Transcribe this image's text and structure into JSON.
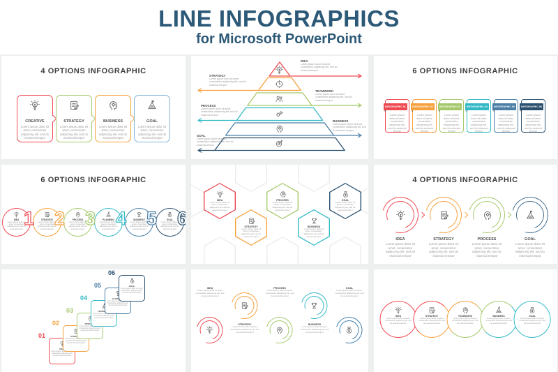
{
  "header": {
    "title": "LINE INFOGRAPHICS",
    "subtitle": "for Microsoft PowerPoint"
  },
  "lorem": "Lorem ipsum dolor sit amet, consectetur adipiscing elit, sed do eiusmod tempor",
  "colors": {
    "title_blue": "#2c5977",
    "red": "#ee4a52",
    "orange": "#f6a13d",
    "green": "#a5c96a",
    "teal": "#33b9c6",
    "steel_blue": "#4b7fa6",
    "navy": "#2b506e",
    "light_blue": "#82b4d6",
    "text_dark": "#4a4a4a",
    "text_gray": "#9a9a9a"
  },
  "panel1": {
    "heading": "4 OPTIONS INFOGRAPHIC",
    "items": [
      {
        "label": "CREATIVE",
        "icon": "bulb-icon",
        "color": "#ee4a52"
      },
      {
        "label": "STRATEGY",
        "icon": "note-icon",
        "color": "#a5c96a"
      },
      {
        "label": "BUSINESS",
        "icon": "head-icon",
        "color": "#f6a13d"
      },
      {
        "label": "GOAL",
        "icon": "pyramid-icon",
        "color": "#82b4d6"
      }
    ]
  },
  "panel2": {
    "levels": [
      {
        "label": "IDEA",
        "icon": "bulb-icon",
        "color": "#ee4a52",
        "side": "right"
      },
      {
        "label": "STRATEGY",
        "icon": "clock-icon",
        "color": "#f6a13d",
        "side": "left"
      },
      {
        "label": "TEAMWORK",
        "icon": "team-icon",
        "color": "#a5c96a",
        "side": "right"
      },
      {
        "label": "PROCESS",
        "icon": "gears-icon",
        "color": "#33b9c6",
        "side": "left"
      },
      {
        "label": "BUSINESS",
        "icon": "head-icon",
        "color": "#4b7fa6",
        "side": "right"
      },
      {
        "label": "GOAL",
        "icon": "target-icon",
        "color": "#2b506e",
        "side": "left"
      }
    ]
  },
  "panel3": {
    "heading": "6 OPTIONS INFOGRAPHIC",
    "items": [
      {
        "label": "INFOGRAPHIC 01",
        "color": "#ee4a52"
      },
      {
        "label": "INFOGRAPHIC 02",
        "color": "#f6a13d"
      },
      {
        "label": "INFOGRAPHIC 03",
        "color": "#a5c96a"
      },
      {
        "label": "INFOGRAPHIC 04",
        "color": "#33b9c6"
      },
      {
        "label": "INFOGRAPHIC 05",
        "color": "#4b7fa6"
      },
      {
        "label": "INFOGRAPHIC 06",
        "color": "#2b506e"
      }
    ]
  },
  "panel4": {
    "heading": "6 OPTIONS INFOGRAPHIC",
    "items": [
      {
        "num": "1",
        "label": "IDEA",
        "icon": "bulb-icon",
        "color": "#ee4a52"
      },
      {
        "num": "2",
        "label": "STRATEGY",
        "icon": "note-icon",
        "color": "#f6a13d"
      },
      {
        "num": "3",
        "label": "PROCESS",
        "icon": "head-icon",
        "color": "#a5c96a"
      },
      {
        "num": "4",
        "label": "PLANNING",
        "icon": "pyramid-icon",
        "color": "#33b9c6"
      },
      {
        "num": "5",
        "label": "BUSINESS",
        "icon": "trophy-icon",
        "color": "#4b7fa6"
      },
      {
        "num": "6",
        "label": "GOAL",
        "icon": "money-icon",
        "color": "#2b506e"
      }
    ]
  },
  "panel5": {
    "items": [
      {
        "label": "IDEA",
        "icon": "bulb-icon",
        "color": "#ee4a52",
        "row": "up"
      },
      {
        "label": "STRATEGY",
        "icon": "note-icon",
        "color": "#f6a13d",
        "row": "down"
      },
      {
        "label": "PROCESS",
        "icon": "head-icon",
        "color": "#a5c96a",
        "row": "up"
      },
      {
        "label": "BUSINESS",
        "icon": "trophy-icon",
        "color": "#33b9c6",
        "row": "down"
      },
      {
        "label": "GOAL",
        "icon": "money-icon",
        "color": "#2b506e",
        "row": "up"
      }
    ]
  },
  "panel6": {
    "heading": "4 OPTIONS INFOGRAPHIC",
    "items": [
      {
        "label": "IDEA",
        "icon": "bulb-icon",
        "color": "#ee4a52"
      },
      {
        "label": "STRATEGY",
        "icon": "note-icon",
        "color": "#f6a13d"
      },
      {
        "label": "PROCESS",
        "icon": "head-icon",
        "color": "#a5c96a"
      },
      {
        "label": "GOAL",
        "icon": "pyramid-icon",
        "color": "#436e91"
      }
    ]
  },
  "panel7": {
    "items": [
      {
        "num": "01",
        "label": "IDEA",
        "icon": "bulb-icon",
        "color": "#ee4a52"
      },
      {
        "num": "02",
        "label": "STRATEGY",
        "icon": "note-icon",
        "color": "#f6a13d"
      },
      {
        "num": "03",
        "label": "PROCESS",
        "icon": "head-icon",
        "color": "#a5c96a"
      },
      {
        "num": "04",
        "label": "TEAMWORK",
        "icon": "pyramid-icon",
        "color": "#33b9c6"
      },
      {
        "num": "05",
        "label": "BUSINESS",
        "icon": "trophy-icon",
        "color": "#4b7fa6"
      },
      {
        "num": "06",
        "label": "GOAL",
        "icon": "money-icon",
        "color": "#2b506e"
      }
    ]
  },
  "panel8": {
    "items": [
      {
        "label": "IDEA",
        "icon": "bulb-icon",
        "color": "#ee4a52",
        "pos": "low"
      },
      {
        "label": "STRATEGY",
        "icon": "note-icon",
        "color": "#f6a13d",
        "pos": "high"
      },
      {
        "label": "PROCESS",
        "icon": "head-icon",
        "color": "#a5c96a",
        "pos": "low"
      },
      {
        "label": "BUSINESS",
        "icon": "trophy-icon",
        "color": "#33b9c6",
        "pos": "high"
      },
      {
        "label": "GOAL",
        "icon": "money-icon",
        "color": "#3f7fae",
        "pos": "low"
      }
    ]
  },
  "panel9": {
    "items": [
      {
        "label": "IDEA",
        "icon": "bulb-icon",
        "color": "#ee4a52"
      },
      {
        "label": "STRATEGY",
        "icon": "note-icon",
        "color": "#f6a13d"
      },
      {
        "label": "TEAMWORK",
        "icon": "head-icon",
        "color": "#a5c96a"
      },
      {
        "label": "BUSINESS",
        "icon": "pyramid-icon",
        "color": "#33b9c6"
      },
      {
        "label": "GOAL",
        "icon": "money-icon",
        "color": "#33b9c6"
      }
    ]
  }
}
